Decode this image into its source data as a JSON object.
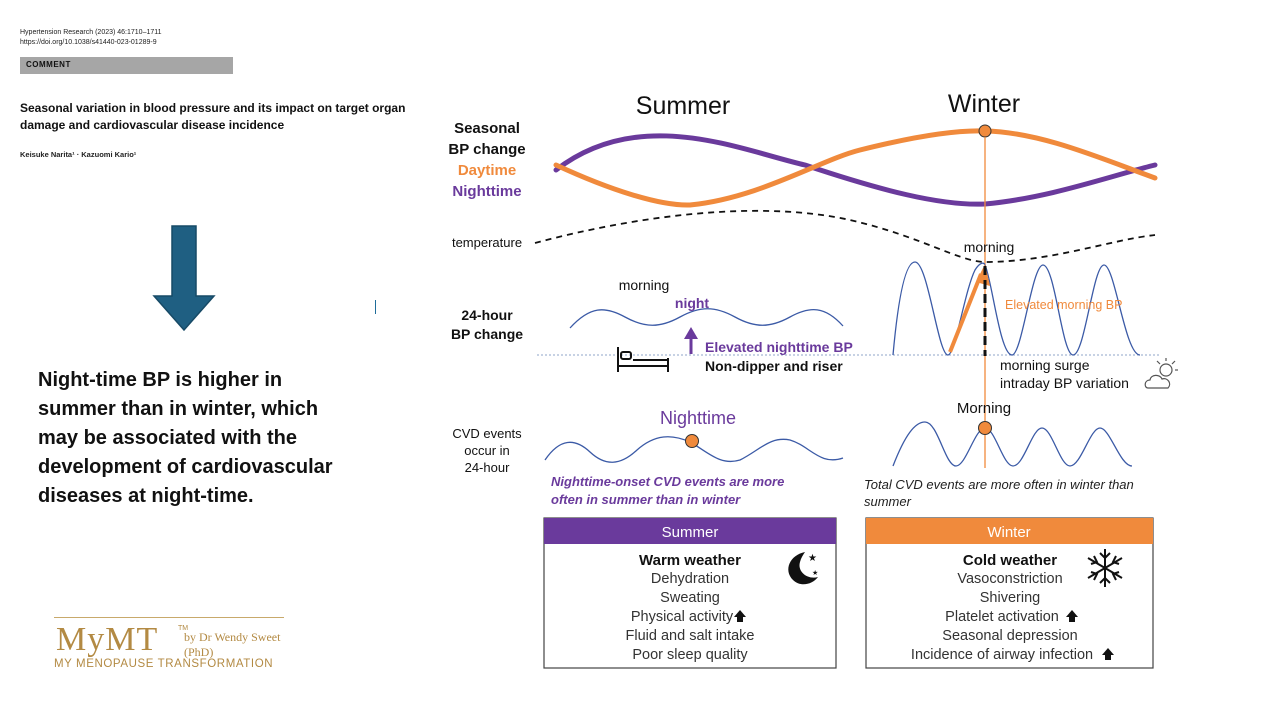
{
  "paper": {
    "journal_line": "Hypertension Research (2023) 46:1710–1711",
    "doi_line": "https://doi.org/10.1038/s41440-023-01289-9",
    "section_tag": "COMMENT",
    "title": "Seasonal variation in blood pressure and its impact on target organ damage and cardiovascular disease incidence",
    "authors": "Keisuke Narita¹ · Kazuomi Kario¹"
  },
  "summary_text": "Night-time BP is higher in summer than in winter, which may be associated with the development of cardiovascular diseases at night-time.",
  "logo": {
    "main": "MyMT",
    "tm": "TM",
    "byline": "by Dr Wendy Sweet (PhD)",
    "subtitle": "MY MENOPAUSE TRANSFORMATION",
    "color": "#b38a43"
  },
  "colors": {
    "daytime": "#f08a3c",
    "nighttime": "#6a3a9c",
    "wave": "#3b5aa6",
    "arrow": "#1f5f82",
    "summer_header": "#6a3a9c",
    "winter_header": "#f08a3c"
  },
  "diagram": {
    "season_summer": "Summer",
    "season_winter": "Winter",
    "row_seasonal_1": "Seasonal",
    "row_seasonal_2": "BP change",
    "legend_daytime": "Daytime",
    "legend_nighttime": "Nighttime",
    "row_temperature": "temperature",
    "row_24h_1": "24-hour",
    "row_24h_2": "BP change",
    "row_cvd_1": "CVD events",
    "row_cvd_2": "occur in",
    "row_cvd_3": "24-hour",
    "label_morning_summer": "morning",
    "label_night": "night",
    "label_elevated_night": "Elevated nighttime BP",
    "label_nondipper": "Non-dipper and riser",
    "label_morning_winter": "morning",
    "label_elevated_morning": "Elevated morning BP",
    "label_morning_surge": "morning surge",
    "label_intraday": "intraday BP variation",
    "label_nighttime_cvd": "Nighttime",
    "label_morning_cvd": "Morning",
    "note_summer_1": "Nighttime-onset CVD events are more",
    "note_summer_2": "often in summer than in winter",
    "note_winter_1": "Total CVD events are more often in winter than",
    "note_winter_2": "summer"
  },
  "summer_box": {
    "header": "Summer",
    "heading": "Warm weather",
    "items": [
      "Dehydration",
      "Sweating",
      "Physical activity",
      "Fluid and salt intake",
      "Poor sleep quality"
    ]
  },
  "winter_box": {
    "header": "Winter",
    "heading": "Cold weather",
    "items": [
      "Vasoconstriction",
      "Shivering",
      "Platelet activation",
      "Seasonal depression",
      "Incidence of airway infection"
    ]
  }
}
